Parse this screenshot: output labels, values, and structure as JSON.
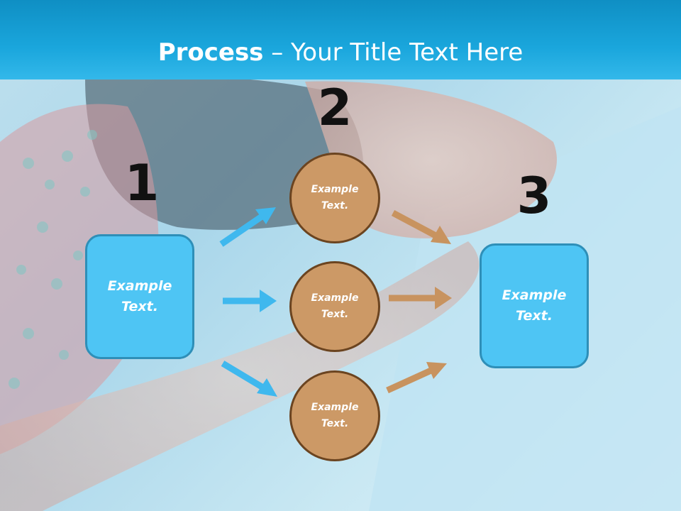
{
  "title": {
    "bold": "Process",
    "rest": " – Your Title Text Here"
  },
  "steps": {
    "one": {
      "number": "1",
      "label": "Example Text."
    },
    "two": {
      "number": "2",
      "labels": [
        "Example Text.",
        "Example Text.",
        "Example Text."
      ]
    },
    "three": {
      "number": "3",
      "label": "Example Text."
    }
  },
  "colors": {
    "blue_box": "#4ec5f4",
    "brown_circle": "#cc9966",
    "title_bar": "#1aa6dc",
    "blue_arrow": "#3fb8ee",
    "brown_arrow": "#c8935f"
  }
}
